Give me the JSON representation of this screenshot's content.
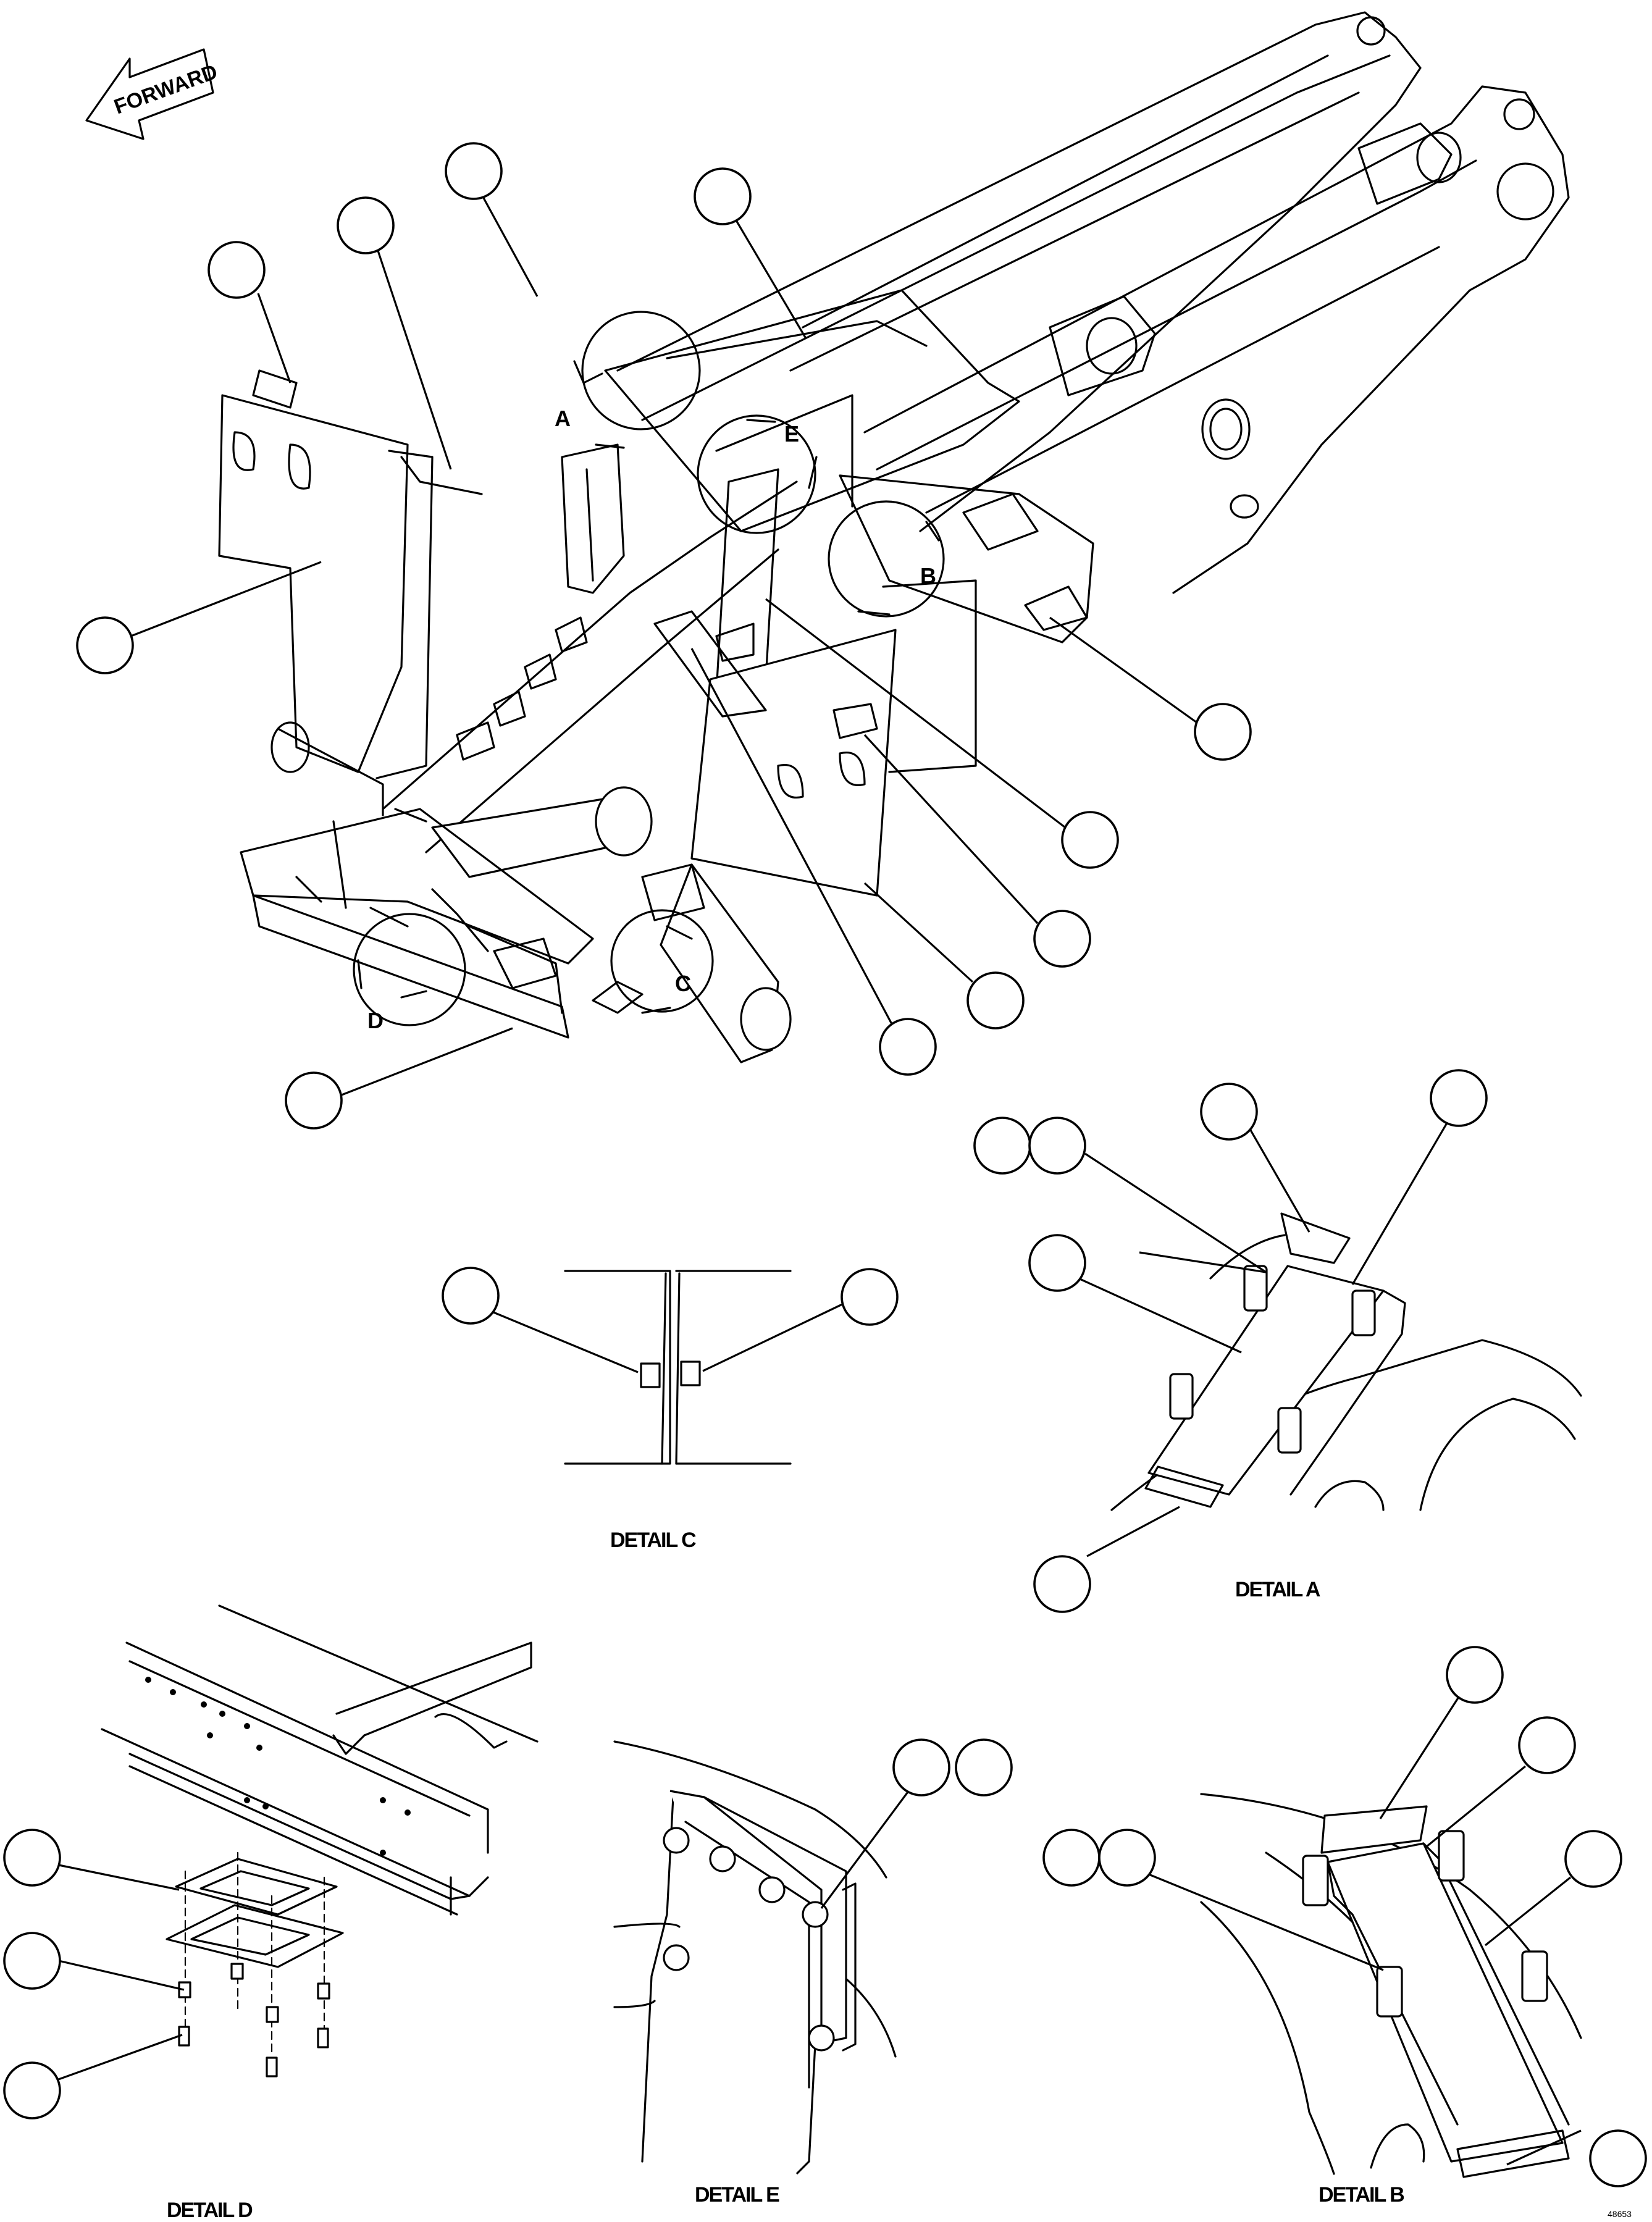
{
  "direction_arrow": {
    "label": "FORWARD"
  },
  "detail_markers": {
    "a": "A",
    "b": "B",
    "c": "C",
    "d": "D",
    "e": "E"
  },
  "captions": {
    "detail_a": "DETAIL A",
    "detail_b": "DETAIL B",
    "detail_c": "DETAIL C",
    "detail_d": "DETAIL D",
    "detail_e": "DETAIL E"
  },
  "figure_number": "48653"
}
